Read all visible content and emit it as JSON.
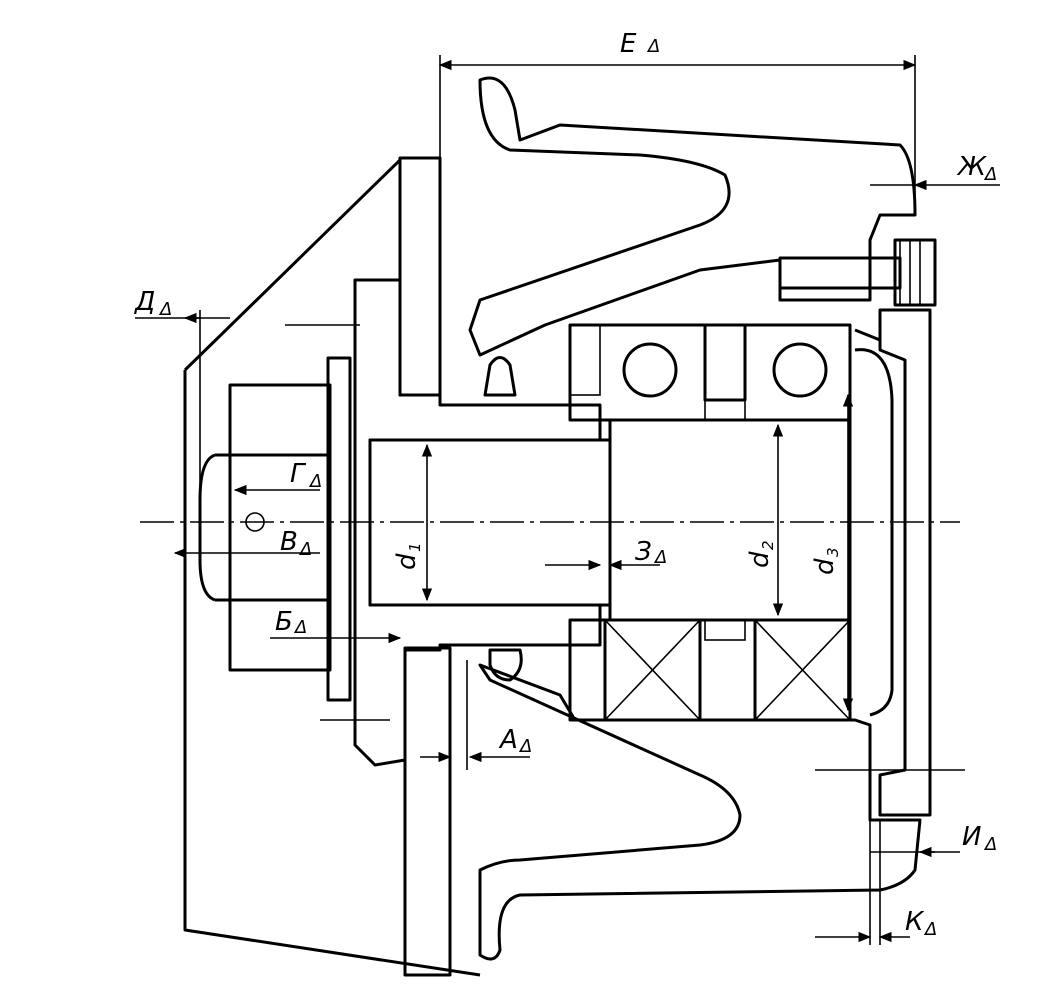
{
  "drawing": {
    "dimension_labels": {
      "E": "Е",
      "Zh": "Ж",
      "D": "Д",
      "G": "Г",
      "V": "В",
      "B": "Б",
      "A": "А",
      "Z": "З",
      "I": "И",
      "K": "К"
    },
    "delta_symbol": "Δ",
    "diameter_labels": {
      "d1": "d",
      "d1_index": "1",
      "d2": "d",
      "d2_index": "2",
      "d3": "d",
      "d3_index": "3"
    }
  }
}
